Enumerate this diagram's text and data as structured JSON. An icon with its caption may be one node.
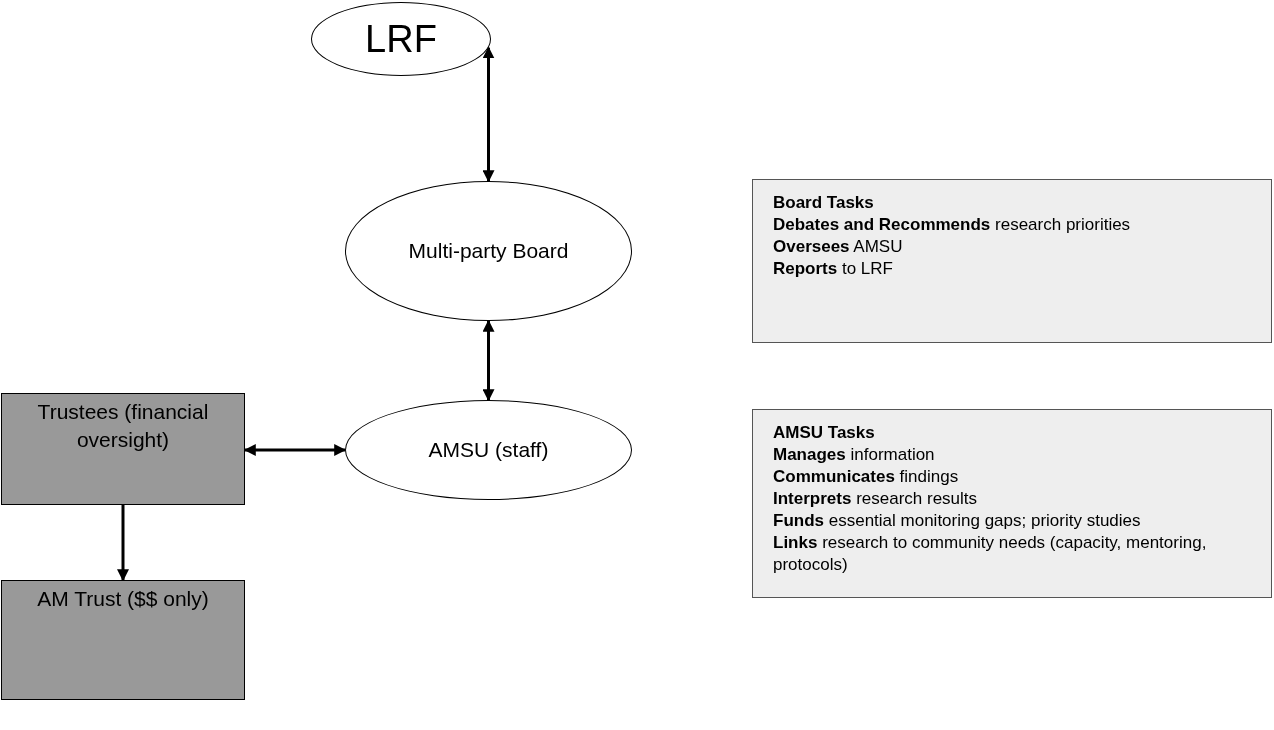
{
  "diagram": {
    "nodes": [
      {
        "text": [
          "LRF"
        ]
      },
      {
        "text": [
          "Multi-party Board"
        ]
      },
      {
        "text": [
          "Board Tasks",
          "**Debates and Recommends** research priorities",
          "**Oversees** AMSU",
          "**Reports** to LRF"
        ]
      },
      {
        "text": [
          "Trustees (financial oversight)"
        ]
      },
      {
        "text": [
          "AMSU (staff)"
        ]
      },
      {
        "text": [
          "AMSU Tasks",
          "**Manages** information",
          "**Communicates** findings",
          "**Interprets** research results",
          "**Funds** essential monitoring gaps; priority studies",
          "**Links** research to community needs (capacity, mentoring, protocols)"
        ]
      },
      {
        "text": [
          "AM Trust ($$ only)"
        ]
      }
    ],
    "edges": [
      {
        "from": 0,
        "to": 1,
        "arrow": "both"
      },
      {
        "from": 1,
        "to": 4,
        "arrow": "both"
      },
      {
        "from": 3,
        "to": 4,
        "arrow": "both"
      },
      {
        "from": 3,
        "to": 6,
        "arrow": "to"
      }
    ]
  }
}
